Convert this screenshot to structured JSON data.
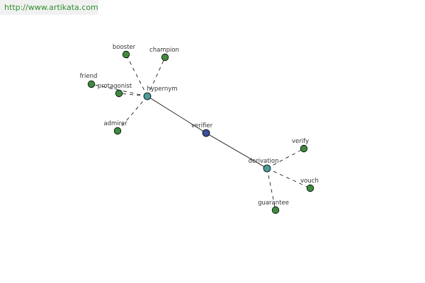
{
  "banner": {
    "url": "http://www.artikata.com"
  },
  "colors": {
    "center": "#3c4f9a",
    "hub": "#4c9a9a",
    "leaf": "#3f8a3f",
    "stroke": "#000000",
    "banner_text": "#2f8f2f"
  },
  "nodes": [
    {
      "id": "verifier",
      "label": "verifier",
      "kind": "center"
    },
    {
      "id": "hypernym",
      "label": "hypernym",
      "kind": "hub"
    },
    {
      "id": "derivation",
      "label": "derivation",
      "kind": "hub"
    },
    {
      "id": "booster",
      "label": "booster",
      "kind": "leaf"
    },
    {
      "id": "champion",
      "label": "champion",
      "kind": "leaf"
    },
    {
      "id": "friend",
      "label": "friend",
      "kind": "leaf"
    },
    {
      "id": "protagonist",
      "label": "protagonist",
      "kind": "leaf"
    },
    {
      "id": "admirer",
      "label": "admirer",
      "kind": "leaf"
    },
    {
      "id": "verify",
      "label": "verify",
      "kind": "leaf"
    },
    {
      "id": "vouch",
      "label": "vouch",
      "kind": "leaf"
    },
    {
      "id": "guarantee",
      "label": "guarantee",
      "kind": "leaf"
    }
  ],
  "edges": [
    {
      "from": "verifier",
      "to": "hypernym",
      "style": "solid"
    },
    {
      "from": "verifier",
      "to": "derivation",
      "style": "solid"
    },
    {
      "from": "hypernym",
      "to": "booster",
      "style": "dashed"
    },
    {
      "from": "hypernym",
      "to": "champion",
      "style": "dashed"
    },
    {
      "from": "hypernym",
      "to": "friend",
      "style": "dashed"
    },
    {
      "from": "hypernym",
      "to": "protagonist",
      "style": "dashed"
    },
    {
      "from": "hypernym",
      "to": "admirer",
      "style": "dashed"
    },
    {
      "from": "derivation",
      "to": "verify",
      "style": "dashed"
    },
    {
      "from": "derivation",
      "to": "vouch",
      "style": "dashed"
    },
    {
      "from": "derivation",
      "to": "guarantee",
      "style": "dashed"
    }
  ]
}
